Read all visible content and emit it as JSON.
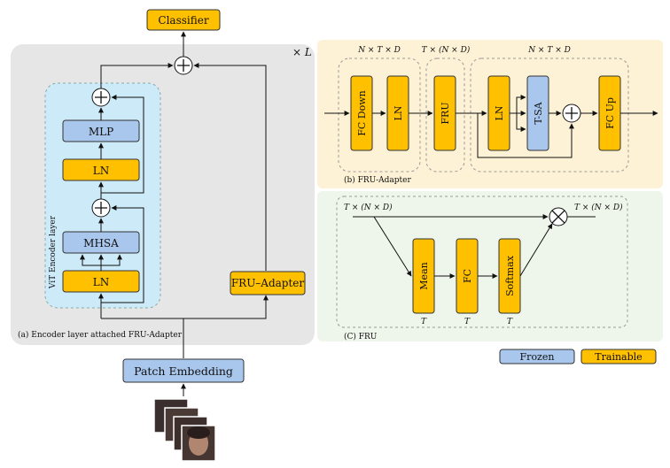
{
  "panel_a": {
    "caption": "(a) Encoder layer attached FRU-Adapter",
    "repeat": "× L",
    "encoder_label": "ViT Encoder layer",
    "classifier": "Classifier",
    "mlp": "MLP",
    "ln_top": "LN",
    "mhsa": "MHSA",
    "ln_bottom": "LN",
    "fru_adapter": "FRU–Adapter",
    "patch_embedding": "Patch Embedding"
  },
  "panel_b": {
    "caption": "(b) FRU-Adapter",
    "dim1": "N × T × D",
    "dim2": "T × (N × D)",
    "dim3": "N × T × D",
    "fc_down": "FC Down",
    "ln1": "LN",
    "fru": "FRU",
    "ln2": "LN",
    "tsa": "T-SA",
    "fc_up": "FC Up"
  },
  "panel_c": {
    "caption": "(C) FRU",
    "in_dim": "T × (N × D)",
    "out_dim": "T × (N × D)",
    "mean": "Mean",
    "fc": "FC",
    "softmax": "Softmax",
    "t1": "T",
    "t2": "T",
    "t3": "T"
  },
  "legend": {
    "frozen": "Frozen",
    "trainable": "Trainable"
  },
  "colors": {
    "frozen": "#a9c6ec",
    "trainable": "#ffc000",
    "panel_a_bg": "#e6e6e6",
    "encoder_bg": "#cdeaf8",
    "panel_b_bg": "#fdf2d6",
    "panel_c_bg": "#eef5ea"
  }
}
